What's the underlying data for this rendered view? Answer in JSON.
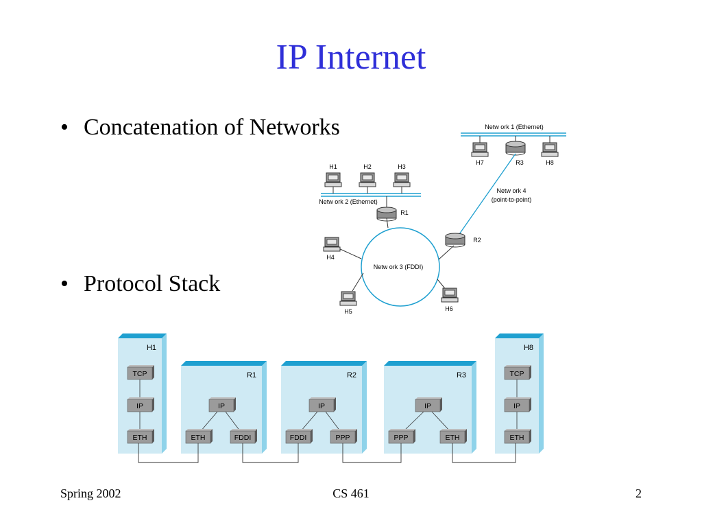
{
  "slide": {
    "title": "IP Internet",
    "bullets": [
      "Concatenation of Networks",
      "Protocol Stack"
    ],
    "footer_left": "Spring 2002",
    "footer_center": "CS 461",
    "footer_right": "2"
  },
  "network_diagram": {
    "network1_label": "Netw ork 1 (Ethernet)",
    "network2_label": "Netw ork 2 (Ethernet)",
    "network3_label": "Netw ork 3 (FDDI)",
    "network4_label_line1": "Netw ork 4",
    "network4_label_line2": "(point-to-point)",
    "hosts": [
      "H1",
      "H2",
      "H3",
      "H4",
      "H5",
      "H6",
      "H7",
      "H8"
    ],
    "routers": [
      "R1",
      "R2",
      "R3"
    ],
    "link_color": "#1fa0d0"
  },
  "protocol_stack": {
    "nodes": [
      {
        "name": "H1",
        "layers": [
          "TCP",
          "IP",
          "ETH"
        ]
      },
      {
        "name": "R1",
        "layers": [
          "IP",
          "ETH",
          "FDDI"
        ]
      },
      {
        "name": "R2",
        "layers": [
          "IP",
          "FDDI",
          "PPP"
        ]
      },
      {
        "name": "R3",
        "layers": [
          "IP",
          "PPP",
          "ETH"
        ]
      },
      {
        "name": "H8",
        "layers": [
          "TCP",
          "IP",
          "ETH"
        ]
      }
    ],
    "box_color": "#cfeaf4",
    "edge_color": "#1fa0d0"
  }
}
